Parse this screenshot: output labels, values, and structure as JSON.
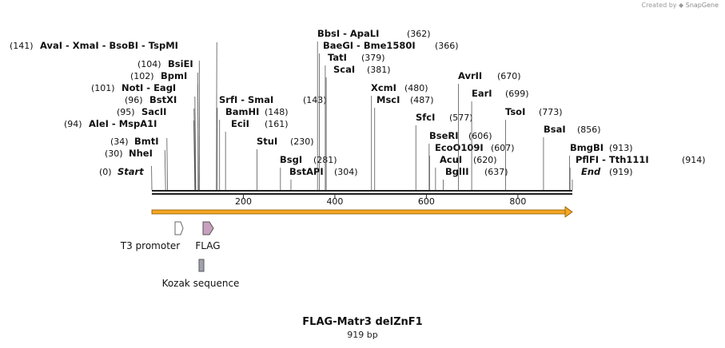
{
  "credit": {
    "prefix": "Created by",
    "brand": "SnapGene"
  },
  "plasmid": {
    "name": "FLAG-Matr3 delZnF1",
    "length": "919 bp",
    "total_bp": 919
  },
  "ruler": {
    "ticks": [
      200,
      400,
      600,
      800
    ]
  },
  "sites": [
    {
      "label": "Start",
      "pos": 0,
      "pos_text": "(0)",
      "italic": true
    },
    {
      "label": "NheI",
      "pos": 30,
      "pos_text": "(30)"
    },
    {
      "label": "BmtI",
      "pos": 34,
      "pos_text": "(34)"
    },
    {
      "label": "AleI  -  MspA1I",
      "pos": 94,
      "pos_text": "(94)"
    },
    {
      "label": "SacII",
      "pos": 95,
      "pos_text": "(95)"
    },
    {
      "label": "BstXI",
      "pos": 96,
      "pos_text": "(96)"
    },
    {
      "label": "NotI  -  EagI",
      "pos": 101,
      "pos_text": "(101)"
    },
    {
      "label": "BpmI",
      "pos": 102,
      "pos_text": "(102)"
    },
    {
      "label": "BsiEI",
      "pos": 104,
      "pos_text": "(104)"
    },
    {
      "label": "AvaI  -  XmaI  -  BsoBI  -  TspMI",
      "pos": 141,
      "pos_text": "(141)"
    },
    {
      "label": "SrfI  -  SmaI",
      "pos": 143,
      "pos_text": "(143)"
    },
    {
      "label": "BamHI",
      "pos": 148,
      "pos_text": "(148)"
    },
    {
      "label": "EciI",
      "pos": 161,
      "pos_text": "(161)"
    },
    {
      "label": "StuI",
      "pos": 230,
      "pos_text": "(230)"
    },
    {
      "label": "BsgI",
      "pos": 281,
      "pos_text": "(281)"
    },
    {
      "label": "BstAPI",
      "pos": 304,
      "pos_text": "(304)"
    },
    {
      "label": "BbsI  -  ApaLI",
      "pos": 362,
      "pos_text": "(362)"
    },
    {
      "label": "BaeGI  -  Bme1580I",
      "pos": 366,
      "pos_text": "(366)"
    },
    {
      "label": "TatI",
      "pos": 379,
      "pos_text": "(379)"
    },
    {
      "label": "ScaI",
      "pos": 381,
      "pos_text": "(381)"
    },
    {
      "label": "XcmI",
      "pos": 480,
      "pos_text": "(480)"
    },
    {
      "label": "MscI",
      "pos": 487,
      "pos_text": "(487)"
    },
    {
      "label": "SfcI",
      "pos": 577,
      "pos_text": "(577)"
    },
    {
      "label": "BseRI",
      "pos": 606,
      "pos_text": "(606)"
    },
    {
      "label": "EcoO109I",
      "pos": 607,
      "pos_text": "(607)"
    },
    {
      "label": "AcuI",
      "pos": 620,
      "pos_text": "(620)"
    },
    {
      "label": "BglII",
      "pos": 637,
      "pos_text": "(637)"
    },
    {
      "label": "AvrII",
      "pos": 670,
      "pos_text": "(670)"
    },
    {
      "label": "EarI",
      "pos": 699,
      "pos_text": "(699)"
    },
    {
      "label": "TsoI",
      "pos": 773,
      "pos_text": "(773)"
    },
    {
      "label": "BsaI",
      "pos": 856,
      "pos_text": "(856)"
    },
    {
      "label": "BmgBI",
      "pos": 913,
      "pos_text": "(913)"
    },
    {
      "label": "PflFI  -  Tth111I",
      "pos": 914,
      "pos_text": "(914)"
    },
    {
      "label": "End",
      "pos": 919,
      "pos_text": "(919)",
      "italic": true
    }
  ],
  "features": [
    {
      "label": "T3 promoter",
      "kind": "promoter",
      "color": "#ffffff"
    },
    {
      "label": "FLAG",
      "kind": "tag",
      "color": "#c9a0bf"
    },
    {
      "label": "Kozak sequence",
      "kind": "misc",
      "color": "#a0a3ad"
    }
  ],
  "colors": {
    "backbone": "#222222",
    "orf_fill": "#f5a623",
    "orf_stroke": "#8a5a00",
    "line": "#555555"
  }
}
